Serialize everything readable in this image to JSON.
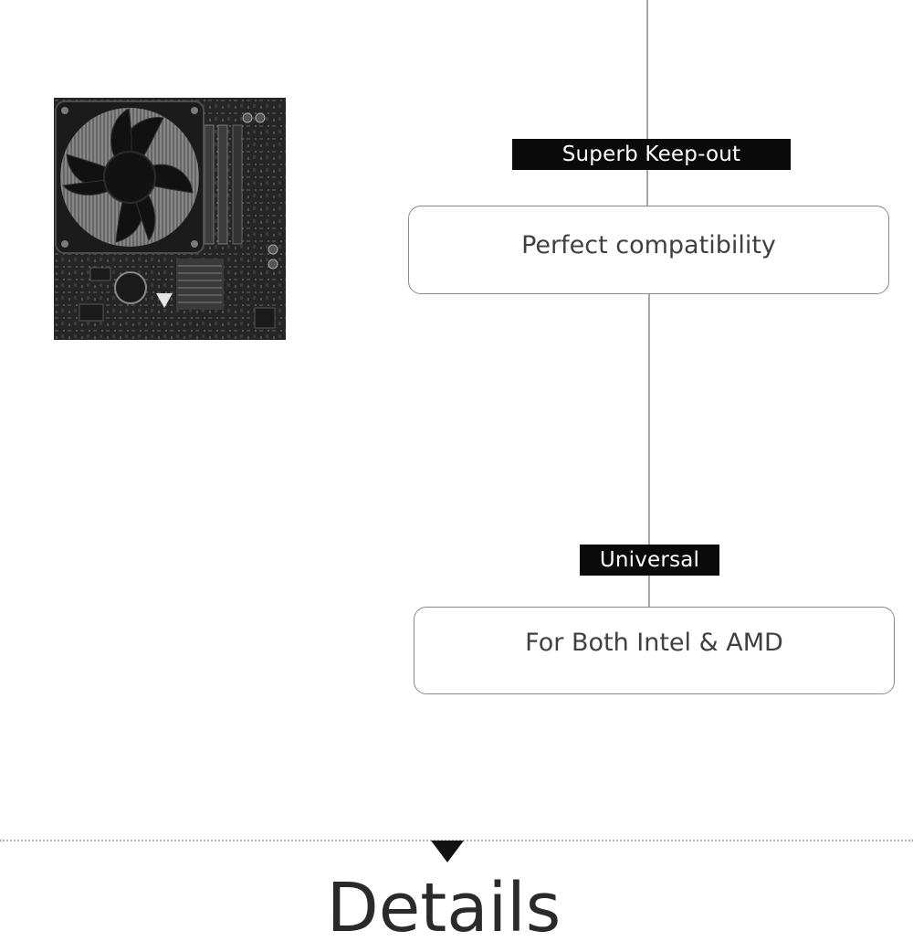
{
  "features": [
    {
      "tag": "Superb Keep-out",
      "description": "Perfect compatibility"
    },
    {
      "tag": "Universal",
      "description": "For Both Intel & AMD"
    }
  ],
  "section": {
    "heading": "Details"
  },
  "colors": {
    "tag_background": "#0a0a0a",
    "tag_text": "#ffffff",
    "box_border": "#8a8a8a",
    "connector_line": "#a8a8a8",
    "divider": "#b5b5b5",
    "heading_text": "#2a2a2a"
  }
}
